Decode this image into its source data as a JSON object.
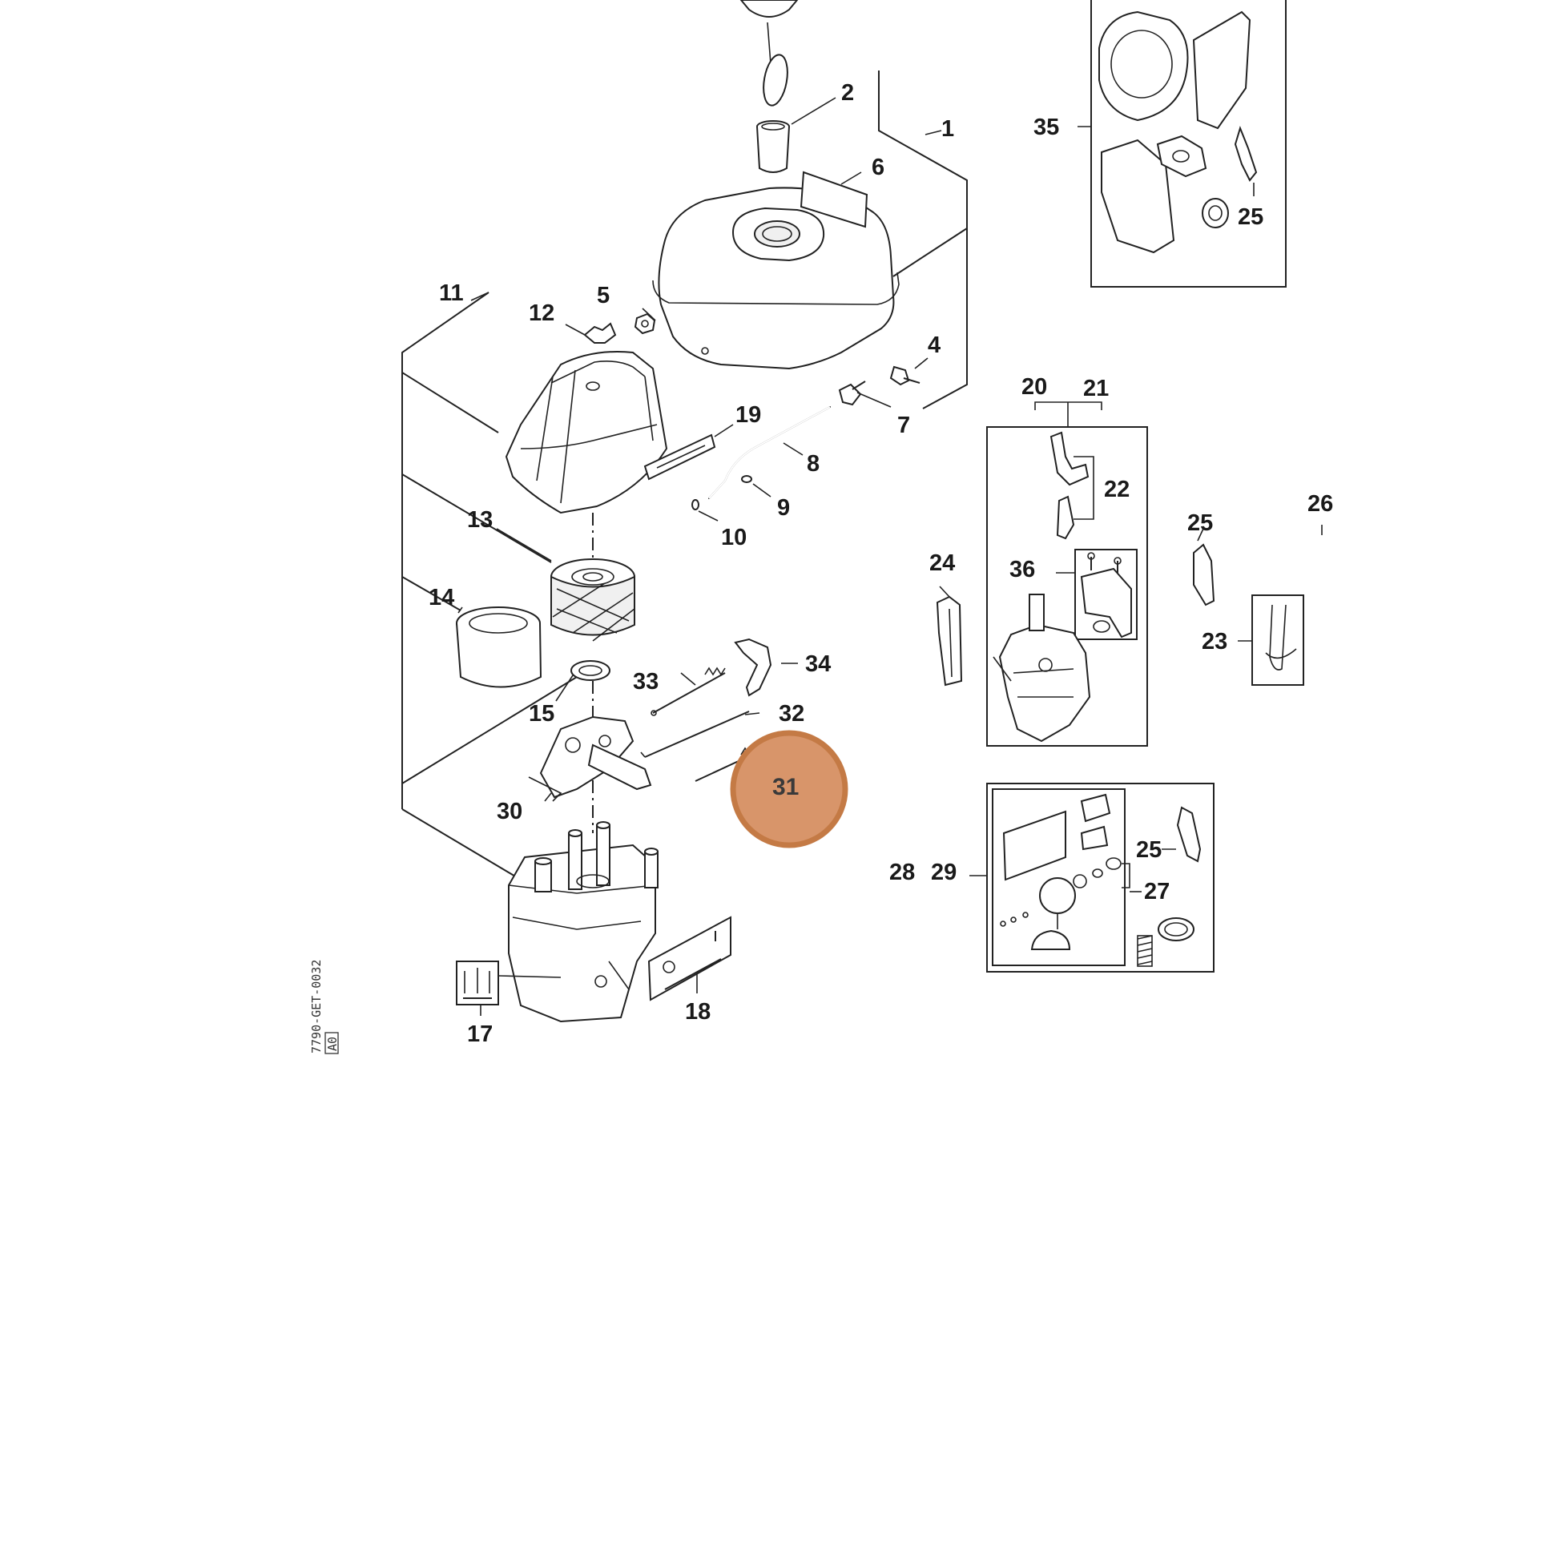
{
  "diagram": {
    "callouts": [
      {
        "id": "c1",
        "text": "1"
      },
      {
        "id": "c2",
        "text": "2"
      },
      {
        "id": "c4",
        "text": "4"
      },
      {
        "id": "c5",
        "text": "5"
      },
      {
        "id": "c6",
        "text": "6"
      },
      {
        "id": "c7",
        "text": "7"
      },
      {
        "id": "c8",
        "text": "8"
      },
      {
        "id": "c9",
        "text": "9"
      },
      {
        "id": "c10",
        "text": "10"
      },
      {
        "id": "c11",
        "text": "11"
      },
      {
        "id": "c12",
        "text": "12"
      },
      {
        "id": "c13",
        "text": "13"
      },
      {
        "id": "c14",
        "text": "14"
      },
      {
        "id": "c15",
        "text": "15"
      },
      {
        "id": "c17",
        "text": "17"
      },
      {
        "id": "c18",
        "text": "18"
      },
      {
        "id": "c19",
        "text": "19"
      },
      {
        "id": "c20",
        "text": "20"
      },
      {
        "id": "c21",
        "text": "21"
      },
      {
        "id": "c22",
        "text": "22"
      },
      {
        "id": "c23",
        "text": "23"
      },
      {
        "id": "c24",
        "text": "24"
      },
      {
        "id": "c25a",
        "text": "25"
      },
      {
        "id": "c25b",
        "text": "25"
      },
      {
        "id": "c25c",
        "text": "25"
      },
      {
        "id": "c26",
        "text": "26"
      },
      {
        "id": "c27",
        "text": "27"
      },
      {
        "id": "c28",
        "text": "28"
      },
      {
        "id": "c29",
        "text": "29"
      },
      {
        "id": "c30",
        "text": "30"
      },
      {
        "id": "c31",
        "text": "31"
      },
      {
        "id": "c32",
        "text": "32"
      },
      {
        "id": "c33",
        "text": "33"
      },
      {
        "id": "c34",
        "text": "34"
      },
      {
        "id": "c35",
        "text": "35"
      },
      {
        "id": "c36",
        "text": "36"
      }
    ],
    "highlight": {
      "text": "31",
      "color": "#d8956a",
      "stroke": "#c47a45"
    },
    "drawing_code": {
      "line1": "7790-GET-0032",
      "line2": "A0"
    },
    "colors": {
      "ink": "#222222",
      "background": "#ffffff"
    }
  }
}
